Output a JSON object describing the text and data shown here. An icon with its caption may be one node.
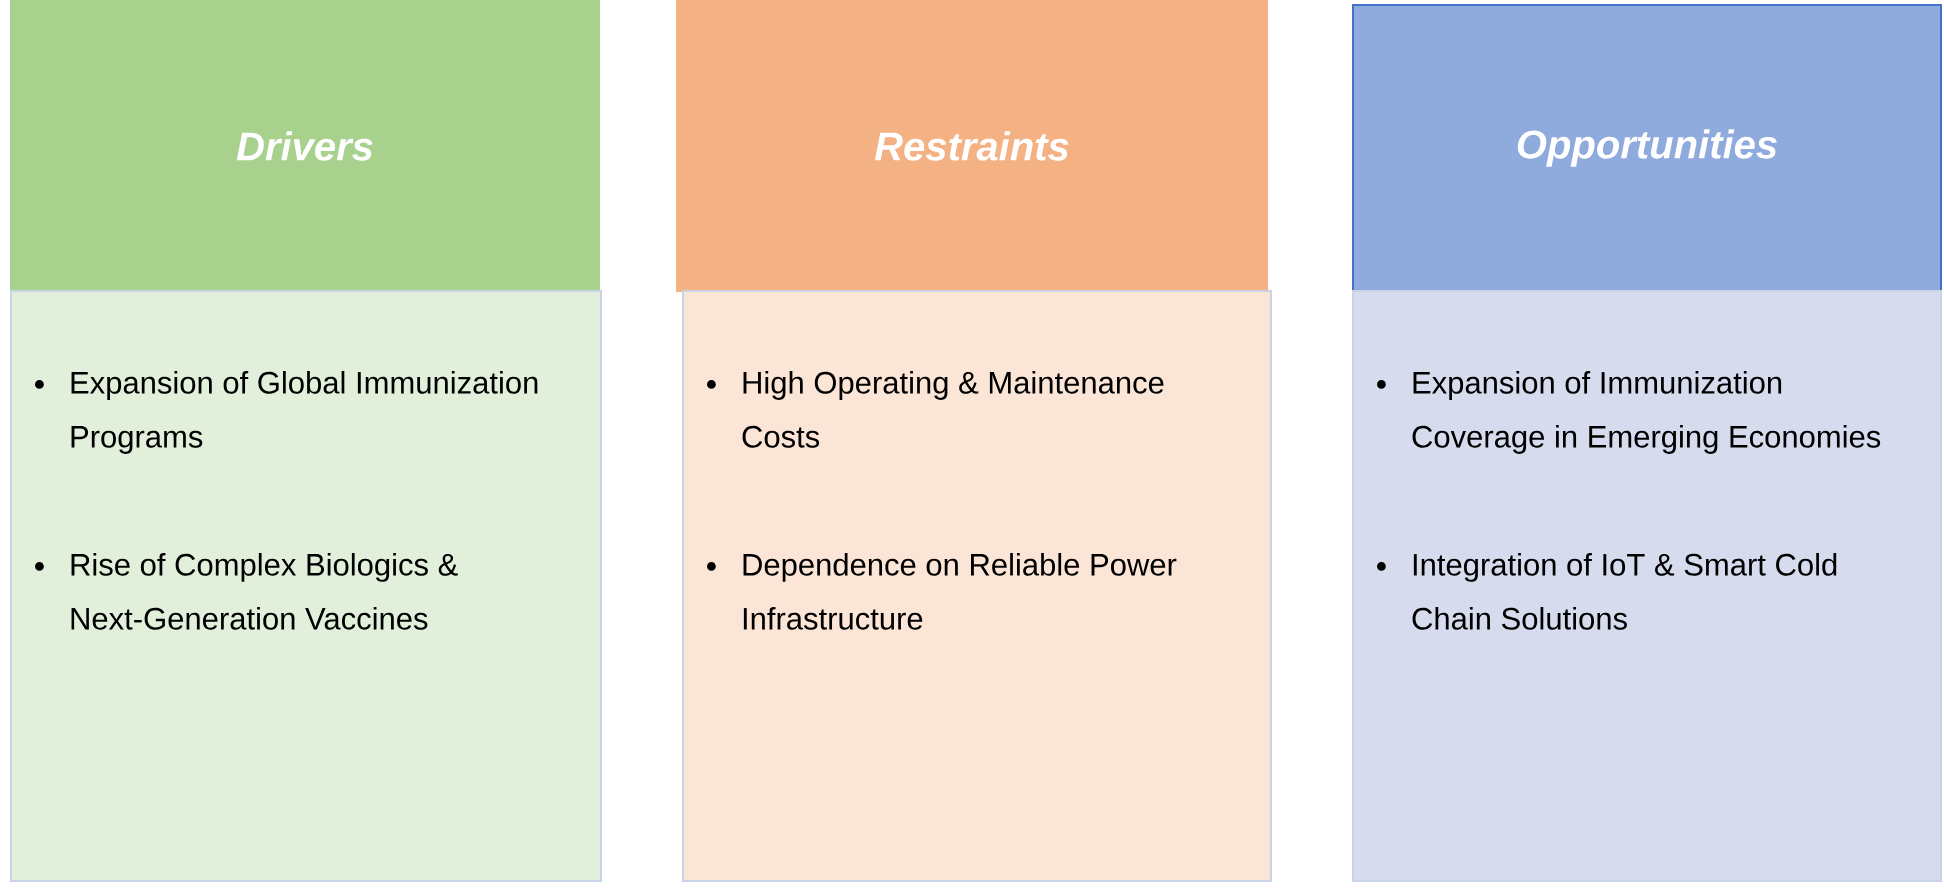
{
  "diagram": {
    "nodes": [
      {
        "text": [
          "Drivers"
        ]
      },
      {
        "text": [
          "Expansion of Global Immunization Programs",
          "Rise of Complex Biologics & Next-Generation Vaccines"
        ]
      },
      {
        "text": [
          "Restraints"
        ]
      },
      {
        "text": [
          "High Operating & Maintenance Costs",
          "Dependence on Reliable Power Infrastructure"
        ]
      },
      {
        "text": [
          "Opportunities"
        ]
      },
      {
        "text": [
          "Expansion of Immunization Coverage in Emerging Economies",
          "Integration of IoT & Smart Cold Chain Solutions"
        ]
      }
    ]
  }
}
